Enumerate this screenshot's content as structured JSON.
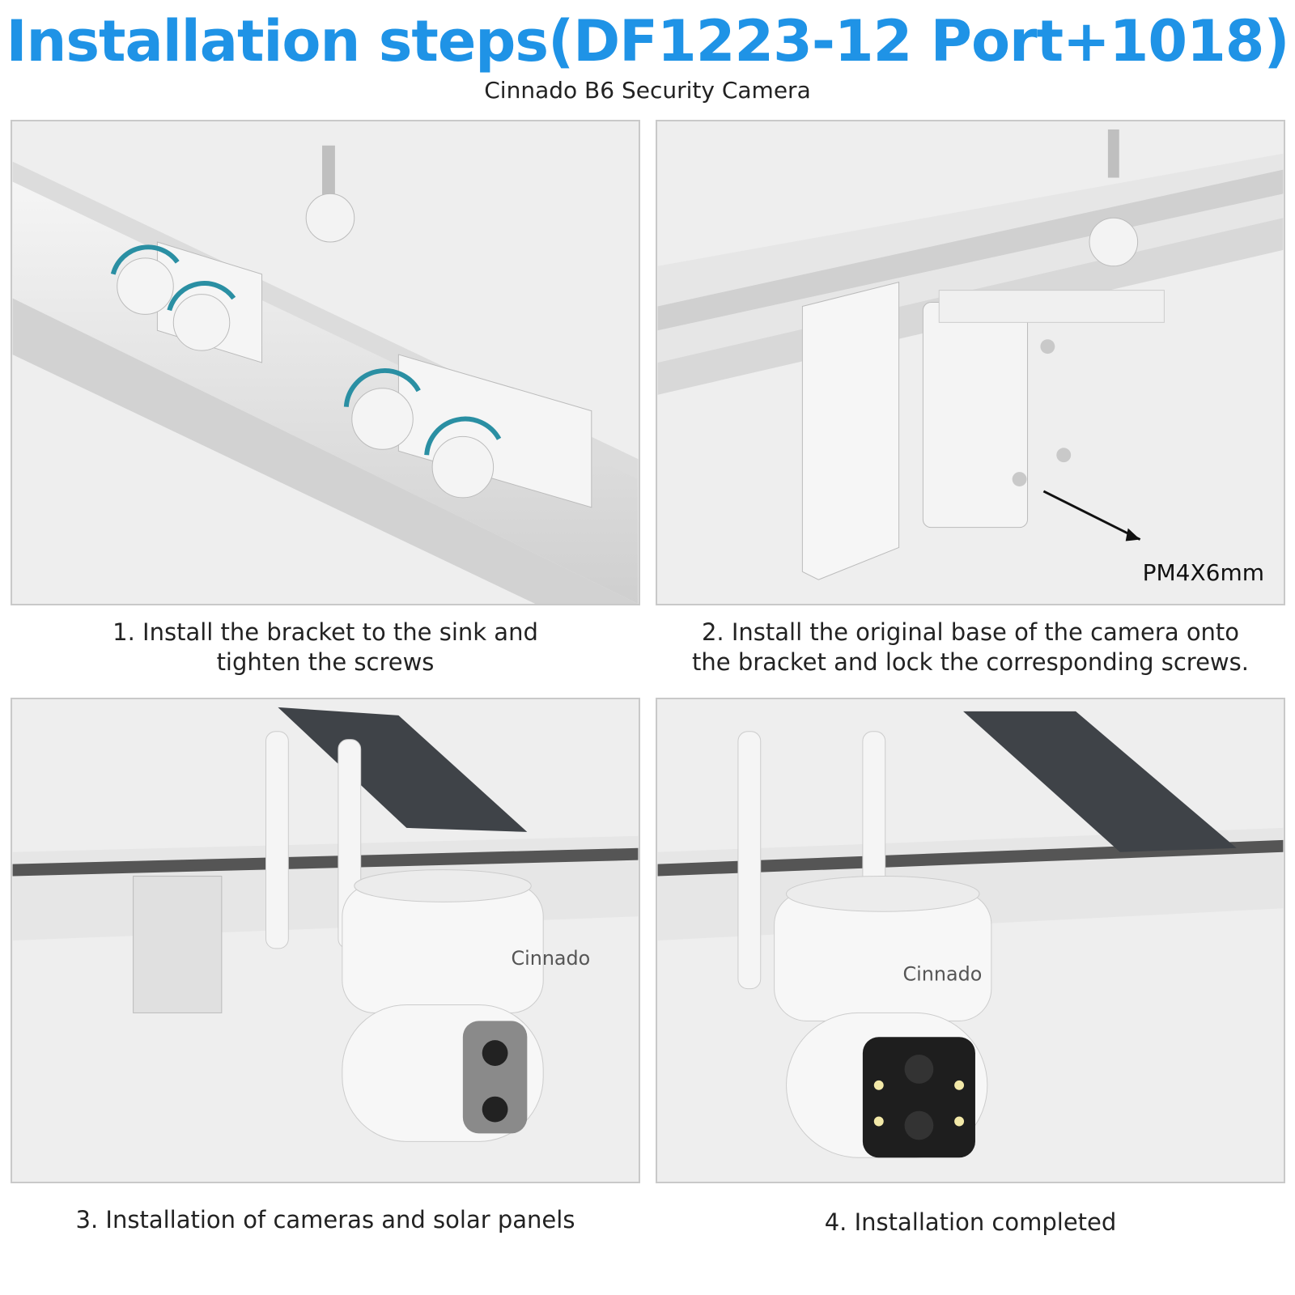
{
  "header": {
    "title": "Installation steps(DF1223-12 Port+1018)",
    "subtitle": "Cinnado B6 Security Camera"
  },
  "steps": [
    {
      "caption_line1": "1. Install the bracket to the sink and",
      "caption_line2": "tighten the screws"
    },
    {
      "caption_line1": "2. Install the original base of the camera onto",
      "caption_line2": "the bracket and lock the corresponding screws.",
      "callout": "PM4X6mm"
    },
    {
      "caption_line1": "3. Installation of cameras and solar panels",
      "camera_brand": "Cinnado"
    },
    {
      "caption_line1": "4. Installation completed",
      "camera_brand": "Cinnado"
    }
  ],
  "colors": {
    "title": "#1f93e6",
    "arrow": "#2a8fa3"
  }
}
